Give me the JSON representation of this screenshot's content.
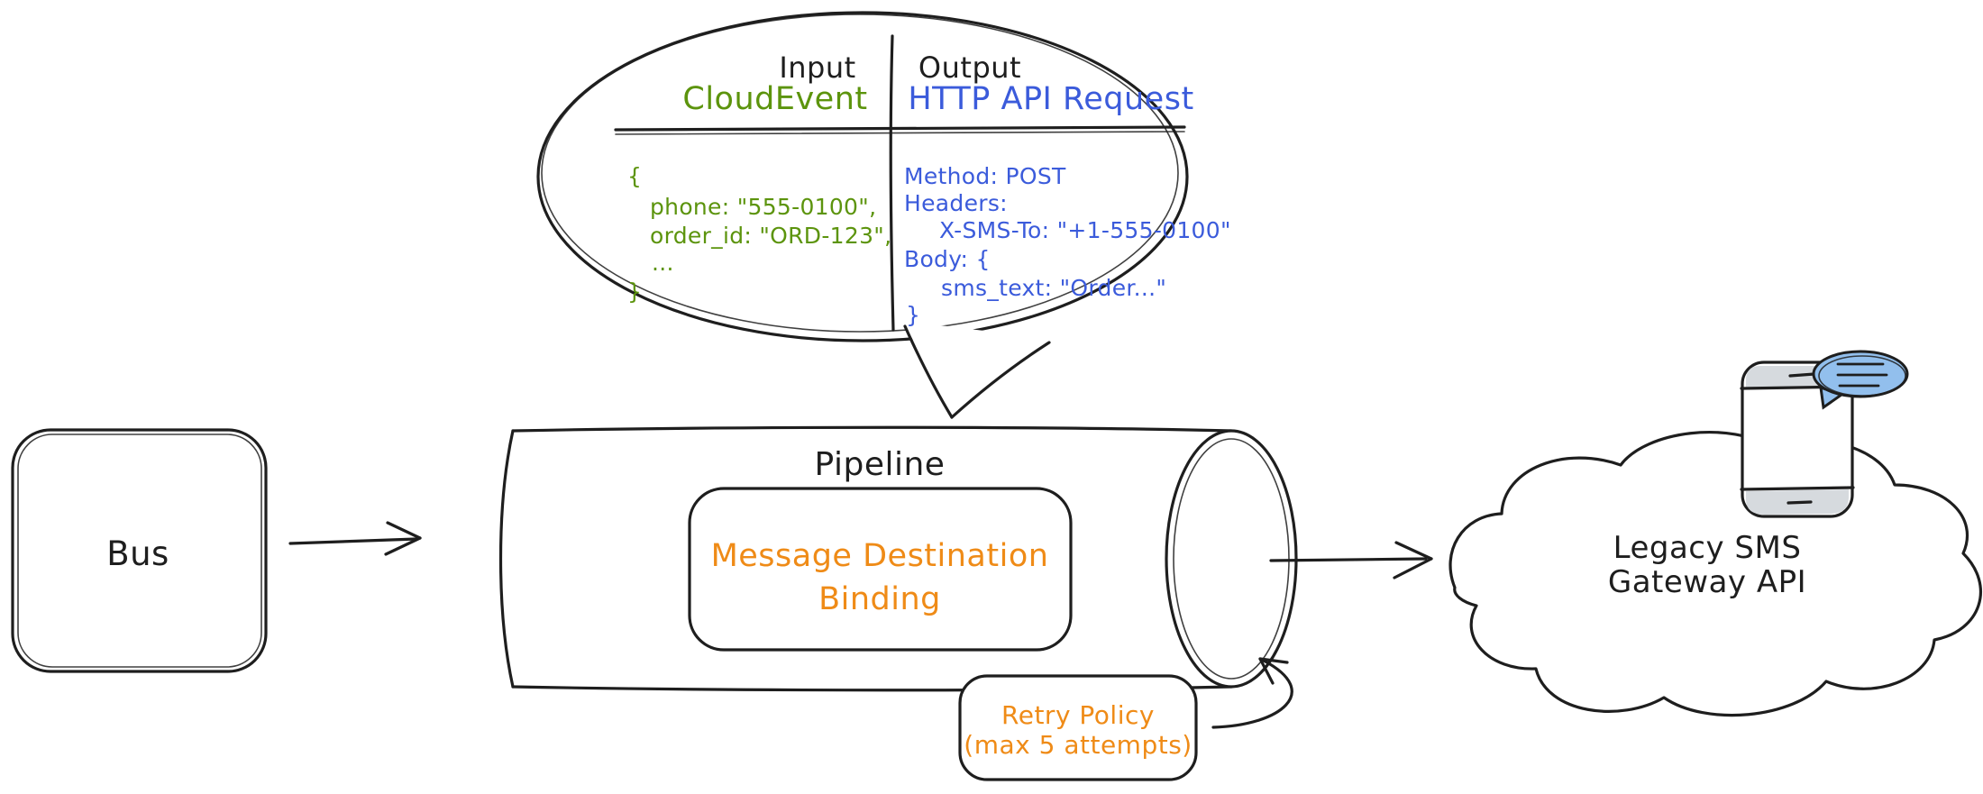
{
  "colors": {
    "ink": "#1e1e1e",
    "green": "#5c940d",
    "blue": "#3b5bdb",
    "orange": "#ef8b17",
    "sms_bubble_blue": "#92bfed",
    "phone_gray": "#d6dade",
    "background": "#ffffff"
  },
  "bubble": {
    "input_header": "Input",
    "output_header": "Output",
    "input_type": "CloudEvent",
    "output_type": "HTTP API Request",
    "input_code": [
      "{",
      "phone: \"555-0100\",",
      "order_id: \"ORD-123\",",
      "...",
      "}"
    ],
    "output_code": [
      "Method: POST",
      "Headers:",
      "X-SMS-To: \"+1-555-0100\"",
      "Body: {",
      "sms_text: \"Order...\"",
      "}"
    ]
  },
  "nodes": {
    "bus": "Bus",
    "pipeline": "Pipeline",
    "binding": [
      "Message Destination",
      "Binding"
    ],
    "retry": [
      "Retry Policy",
      "(max 5 attempts)"
    ],
    "cloud": [
      "Legacy SMS",
      "Gateway API"
    ]
  }
}
